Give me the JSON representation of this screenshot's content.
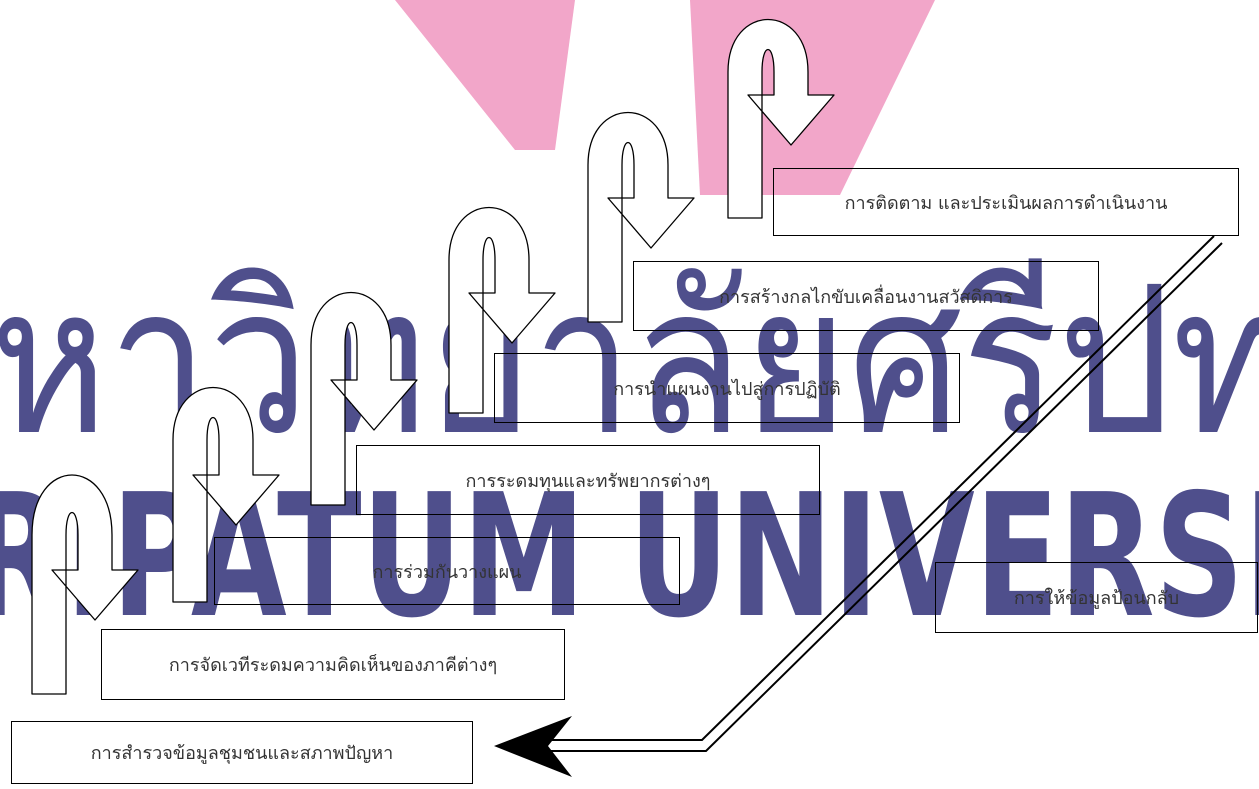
{
  "watermark": {
    "line1": "หาวิทยาลัยศรีปท",
    "line2": "RIPATUM UNIVERSI",
    "text_color": "#4f4f8c",
    "logo_color": "#f2a6c9"
  },
  "steps": [
    {
      "id": "step1",
      "label": "การสำรวจข้อมูลชุมชนและสภาพปัญหา"
    },
    {
      "id": "step2",
      "label": "การจัดเวทีระดมความคิดเห็นของภาคีต่างๆ"
    },
    {
      "id": "step3",
      "label": "การร่วมกันวางแผน"
    },
    {
      "id": "step4",
      "label": "การระดมทุนและทรัพยากรต่างๆ"
    },
    {
      "id": "step5",
      "label": "การนำแผนงานไปสู่การปฏิบัติ"
    },
    {
      "id": "step6",
      "label": "การสร้างกลไกขับเคลื่อนงานสวัสดิการ"
    },
    {
      "id": "step7",
      "label": "การติดตาม และประเมินผลการดำเนินงาน"
    }
  ],
  "feedback": {
    "label": "การให้ข้อมูลป้อนกลับ"
  },
  "colors": {
    "line": "#000000",
    "box_border": "#000000",
    "text": "#333333"
  }
}
